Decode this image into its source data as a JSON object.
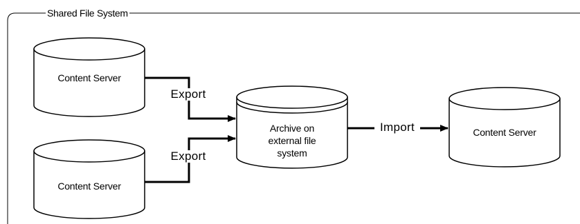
{
  "frame": {
    "title": "Shared File System"
  },
  "nodes": {
    "server_top": "Content Server",
    "server_bottom": "Content Server",
    "archive": "Archive on external file system",
    "server_right": "Content Server"
  },
  "edges": {
    "export_top": "Export",
    "export_bottom": "Export",
    "import": "Import"
  }
}
